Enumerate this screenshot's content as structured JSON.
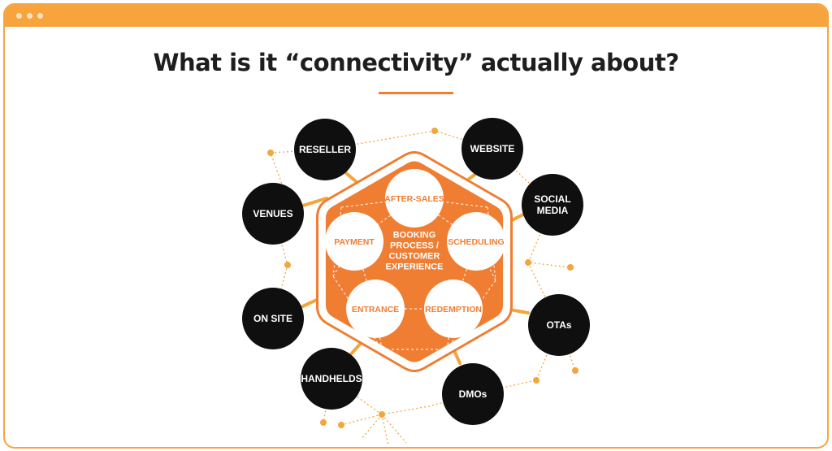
{
  "page": {
    "title": "What is it “connectivity” actually about?"
  },
  "colors": {
    "frame": "#f8a43e",
    "accent": "#ef7d32",
    "hexagon": "#ef7d32",
    "outer_node": "#0f0f0f",
    "connector": "#f4a53c"
  },
  "diagram": {
    "center": {
      "lines": [
        "BOOKING",
        "PROCESS /",
        "CUSTOMER",
        "EXPERIENCE"
      ]
    },
    "inner_nodes": [
      {
        "id": "after-sales",
        "label": "AFTER-SALES"
      },
      {
        "id": "payment",
        "label": "PAYMENT"
      },
      {
        "id": "scheduling",
        "label": "SCHEDULING"
      },
      {
        "id": "entrance",
        "label": "ENTRANCE"
      },
      {
        "id": "redemption",
        "label": "REDEMPTION"
      }
    ],
    "outer_nodes": [
      {
        "id": "reseller",
        "lines": [
          "RESELLER"
        ]
      },
      {
        "id": "website",
        "lines": [
          "WEBSITE"
        ]
      },
      {
        "id": "venues",
        "lines": [
          "VENUES"
        ]
      },
      {
        "id": "social-media",
        "lines": [
          "SOCIAL",
          "MEDIA"
        ]
      },
      {
        "id": "on-site",
        "lines": [
          "ON SITE"
        ]
      },
      {
        "id": "otas",
        "lines": [
          "OTAs"
        ]
      },
      {
        "id": "handhelds",
        "lines": [
          "HANDHELDS"
        ]
      },
      {
        "id": "dmos",
        "lines": [
          "DMOs"
        ]
      }
    ]
  }
}
